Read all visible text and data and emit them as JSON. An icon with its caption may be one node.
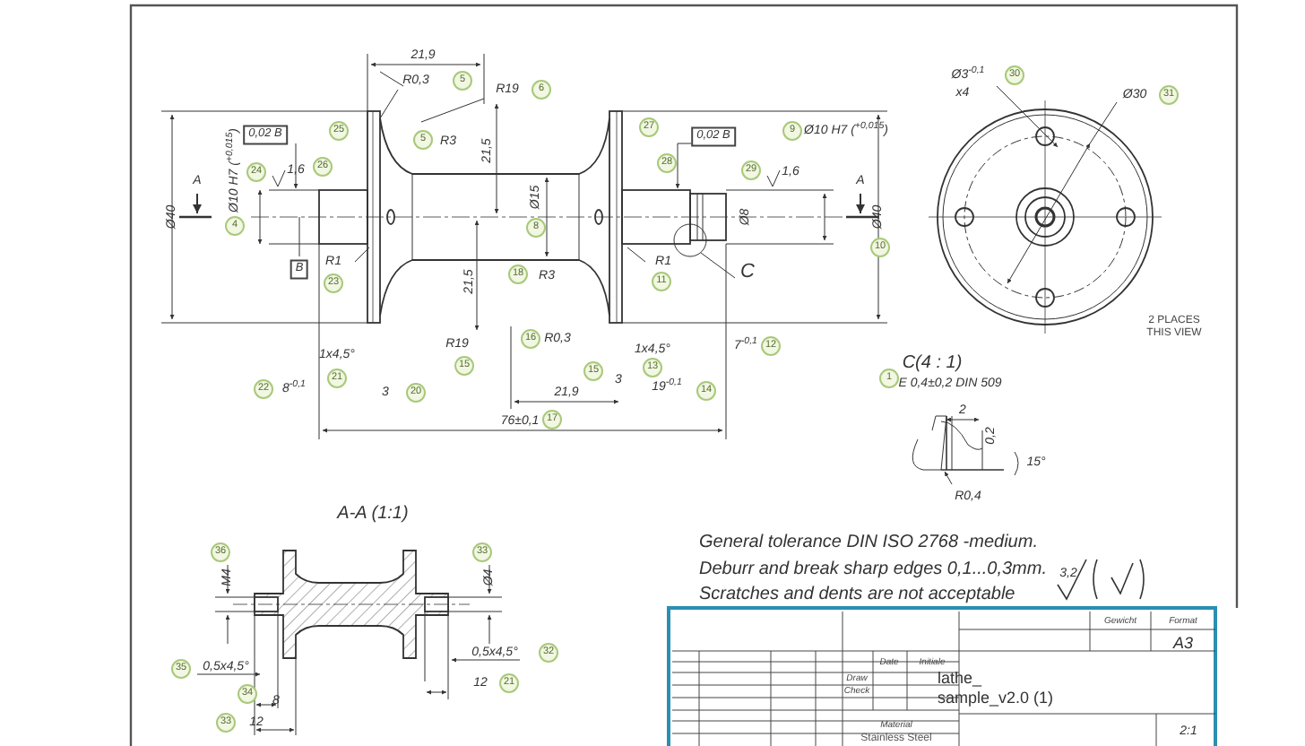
{
  "diagram": {
    "labels": [
      "21,9",
      "R0,3",
      "5",
      "R19",
      "6",
      "5",
      "R3",
      "21,5",
      "0,02 B",
      "25",
      "Ø10 H7 ($^{+0,015}$)",
      "24",
      "1,6",
      "26",
      "A",
      "4",
      "Ø40",
      "B",
      "R1",
      "23",
      "Ø15",
      "8",
      "18",
      "R3",
      "21,5",
      "R19",
      "15",
      "16",
      "R0,3",
      "1x4,5°",
      "21",
      "22",
      "8$^{-0,1}$",
      "3",
      "20",
      "21,9",
      "76±0,1",
      "17",
      "27",
      "0,02 B",
      "28",
      "9",
      "Ø10 H7 ($^{+0,015}$)",
      "29",
      "1,6",
      "A",
      "Ø8",
      "Ø40",
      "10",
      "R1",
      "11",
      "C",
      "1x4,5°",
      "13",
      "15",
      "3",
      "7$^{-0,1}$",
      "12",
      "19$^{-0,1}$",
      "14",
      "Ø3$^{-0,1}$",
      "30",
      "x4",
      "Ø30",
      "31",
      "2 PLACES THIS VIEW",
      "1",
      "C(4 : 1)",
      "E 0,4±0,2 DIN 509",
      "2",
      "0,2",
      "15°",
      "R0,4",
      "A-A (1:1)",
      "36",
      "M4",
      "33",
      "Ø4",
      "35",
      "0,5x4,5°",
      "0,5x4,5°",
      "32",
      "34",
      "8",
      "33",
      "12",
      "12",
      "21",
      "General tolerance DIN ISO 2768 -medium.",
      "Deburr and break sharp edges 0,1...0,3mm.",
      "Scratches and dents are not acceptable",
      "3,2",
      "Gewicht",
      "Format",
      "A3",
      "Date",
      "Initiale",
      "Draw",
      "Check",
      "lathe_ sample_v2.0 (1)",
      "Material",
      "Stainless Steel",
      "2:1"
    ]
  }
}
